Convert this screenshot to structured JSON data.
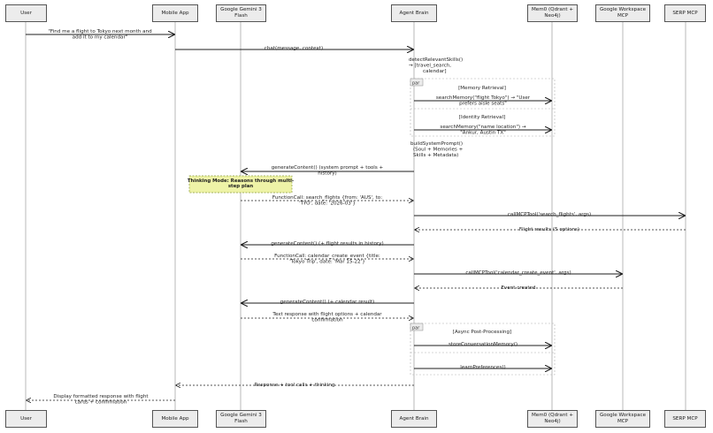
{
  "participants": [
    {
      "id": "user",
      "label": "User"
    },
    {
      "id": "app",
      "label": "Mobile App"
    },
    {
      "id": "gemini",
      "label": "Google Gemini 3 Flash"
    },
    {
      "id": "brain",
      "label": "Agent Brain"
    },
    {
      "id": "mem0",
      "label": "Mem0 (Qdrant + Neo4j)"
    },
    {
      "id": "gws",
      "label": "Google Workspace MCP"
    },
    {
      "id": "serp",
      "label": "SERP MCP"
    }
  ],
  "messages": {
    "m01": [
      "\"Find me a flight to Tokyo next month and",
      "add it to my calendar\""
    ],
    "m02": [
      "chat(message, context)"
    ],
    "m03": [
      "detectRelevantSkills()",
      "→ [travel_search,",
      "calendar]"
    ],
    "m04": [
      "searchMemory(\"flight Tokyo\") → \"User",
      "prefers aisle seats\""
    ],
    "m05": [
      "searchMemory(\"name location\") →",
      "\"Ankur, Austin TX\""
    ],
    "m06": [
      "buildSystemPrompt()",
      "(Soul + Memories +",
      "Skills + Metadata)"
    ],
    "m07": [
      "generateContent() (system prompt + tools +",
      "history)"
    ],
    "m08": [
      "FunctionCall: search_flights {from: 'AUS', to:",
      "'TYO', date: '2026-03'}"
    ],
    "m09": [
      "callMCPTool('search_flights', args)"
    ],
    "m10": [
      "Flight results (5 options)"
    ],
    "m11": [
      "generateContent() (+ flight results in history)"
    ],
    "m12": [
      "FunctionCall: calendar_create_event {title:",
      "'Tokyo Trip', date: 'Mar 15-22'}"
    ],
    "m13": [
      "callMCPTool('calendar_create_event', args)"
    ],
    "m14": [
      "Event created"
    ],
    "m15": [
      "generateContent() (+ calendar result)"
    ],
    "m16": [
      "Text response with flight options + calendar",
      "confirmation"
    ],
    "m17": [
      "storeConversationMemory()"
    ],
    "m18": [
      "learnPreferences()"
    ],
    "m19": [
      "Response + tool calls + thinking"
    ],
    "m20": [
      "Display formatted response with flight",
      "cards + confirmation"
    ]
  },
  "note": [
    "Thinking Mode: Reasons through multi-",
    "step plan"
  ],
  "fragments": {
    "par1": {
      "tag": "par",
      "section1": "[Memory Retrieval]",
      "section2": "[Identity Retrieval]"
    },
    "par2": {
      "tag": "par",
      "section1": "[Async Post-Processing]"
    }
  },
  "colors": {
    "note_fill": "#eef3a7",
    "note_border": "#8a9a3a",
    "box_fill": "#ececec"
  }
}
